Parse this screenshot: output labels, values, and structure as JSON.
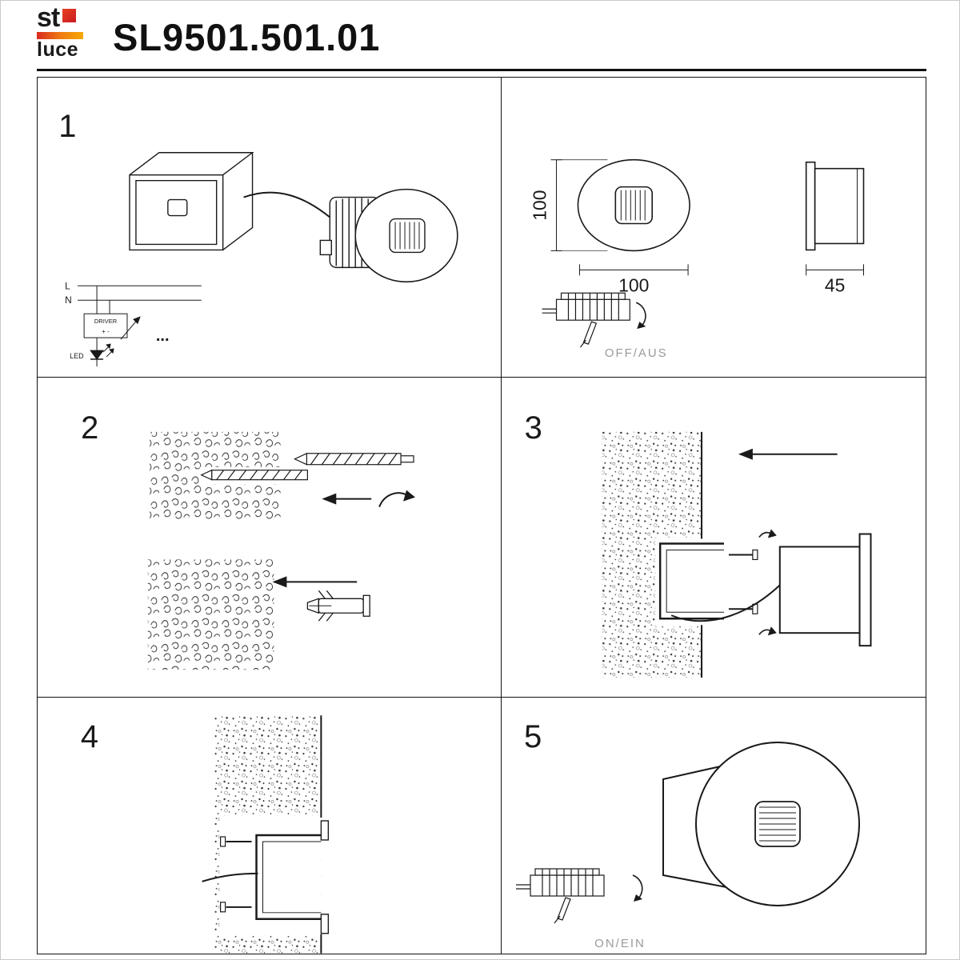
{
  "header": {
    "brand": {
      "top": "st",
      "bottom": "luce"
    },
    "title": "SL9501.501.01"
  },
  "panels": {
    "step1": {
      "number": "1",
      "wiring": {
        "line_l": "L",
        "line_n": "N",
        "driver": "DRIVER",
        "driver_pins": "+ -",
        "led": "LED",
        "dots": "..."
      }
    },
    "dimensions": {
      "front_height": "100",
      "front_width": "100",
      "side_depth": "45",
      "switch_state": "OFF/AUS"
    },
    "step2": {
      "number": "2"
    },
    "step3": {
      "number": "3"
    },
    "step4": {
      "number": "4"
    },
    "step5": {
      "number": "5",
      "switch_state": "ON/EIN"
    }
  },
  "colors": {
    "ink": "#1a1a1a",
    "muted_label": "#9a9a9a",
    "logo_red": "#cc2128",
    "logo_orange": "#e8711e",
    "logo_yellow": "#f6a800"
  }
}
